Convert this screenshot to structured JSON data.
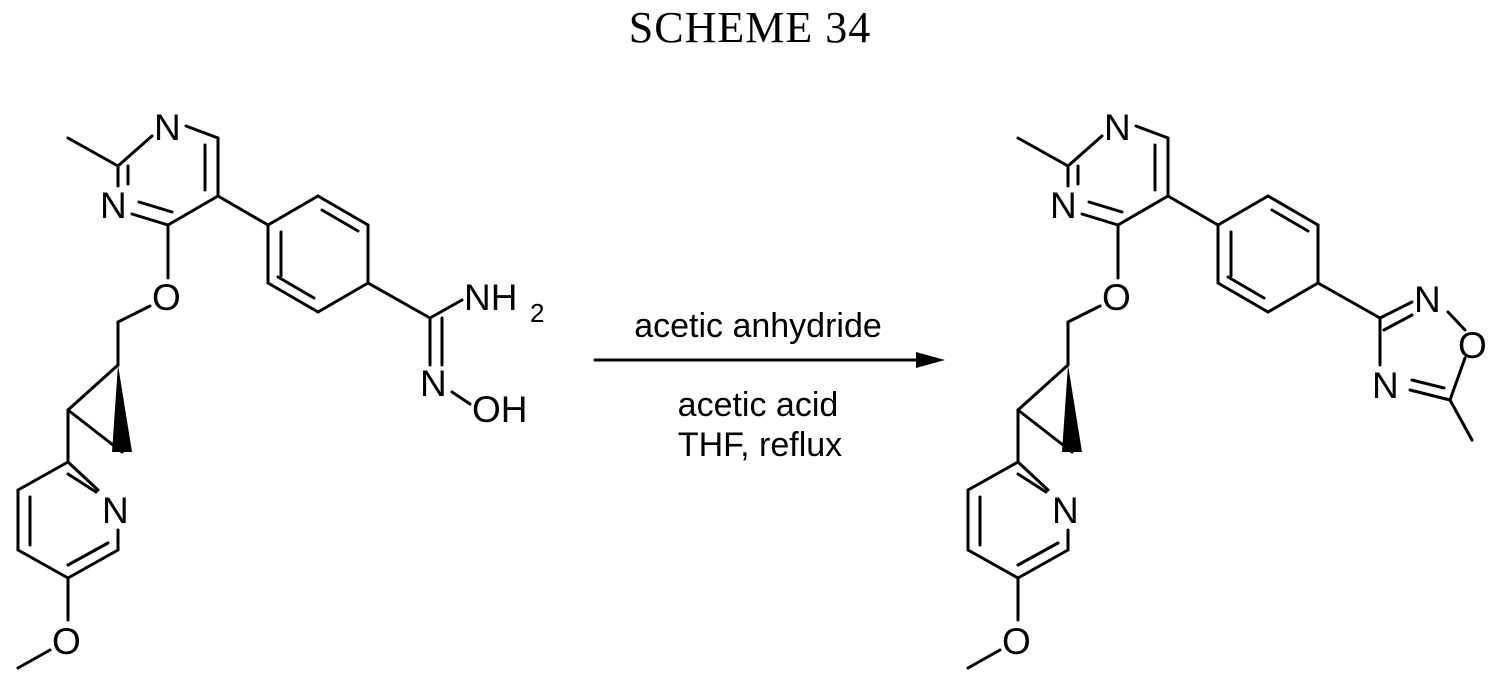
{
  "scheme": {
    "title": "SCHEME 34"
  },
  "reaction": {
    "condition_above": "acetic anhydride",
    "condition_below_1": "acetic acid",
    "condition_below_2": "THF, reflux"
  },
  "reactant": {
    "atoms": {
      "n_pyrimidine_top": "N",
      "n_pyrimidine_left": "N",
      "o_ether": "O",
      "n_pyridine": "N",
      "o_methoxy": "O",
      "nh2": "NH",
      "nh2_sub": "2",
      "n_oxime": "N",
      "oh": "OH"
    }
  },
  "product": {
    "atoms": {
      "n_pyrimidine_top": "N",
      "n_pyrimidine_left": "N",
      "o_ether": "O",
      "n_pyridine": "N",
      "o_methoxy": "O",
      "n_oxadiazole_top": "N",
      "o_oxadiazole": "O",
      "n_oxadiazole_bottom": "N"
    }
  }
}
